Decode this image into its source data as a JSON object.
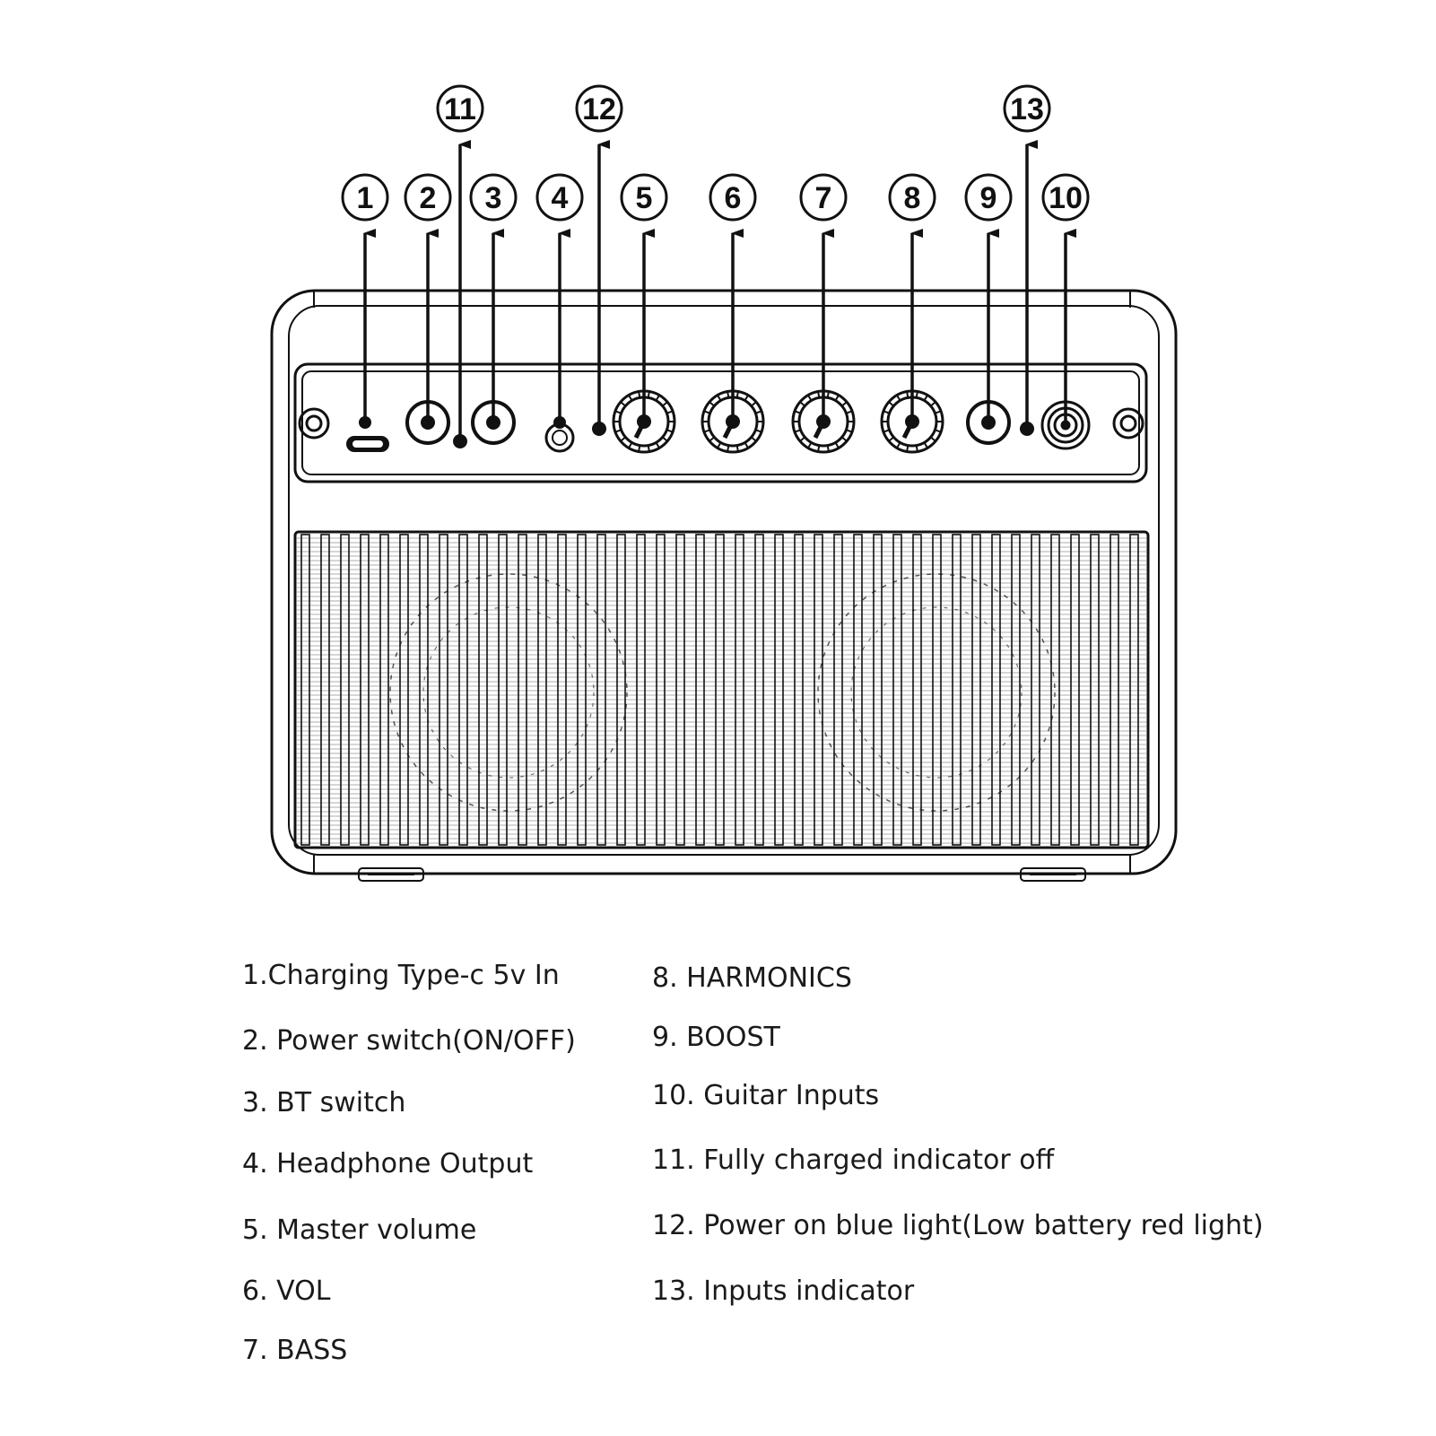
{
  "callouts": [
    "1",
    "2",
    "3",
    "4",
    "5",
    "6",
    "7",
    "8",
    "9",
    "10",
    "11",
    "12",
    "13"
  ],
  "legend_left": [
    "1.Charging Type-c 5v In",
    "2. Power switch(ON/OFF)",
    "3. BT switch",
    "4. Headphone Output",
    "5. Master volume",
    "6. VOL",
    "7. BASS"
  ],
  "legend_right": [
    "8. HARMONICS",
    "9. BOOST",
    "10. Guitar Inputs",
    "11. Fully charged indicator off",
    "12. Power on blue light(Low battery red light)",
    "13. Inputs indicator"
  ],
  "colors": {
    "line": "#111111",
    "background": "#ffffff"
  }
}
